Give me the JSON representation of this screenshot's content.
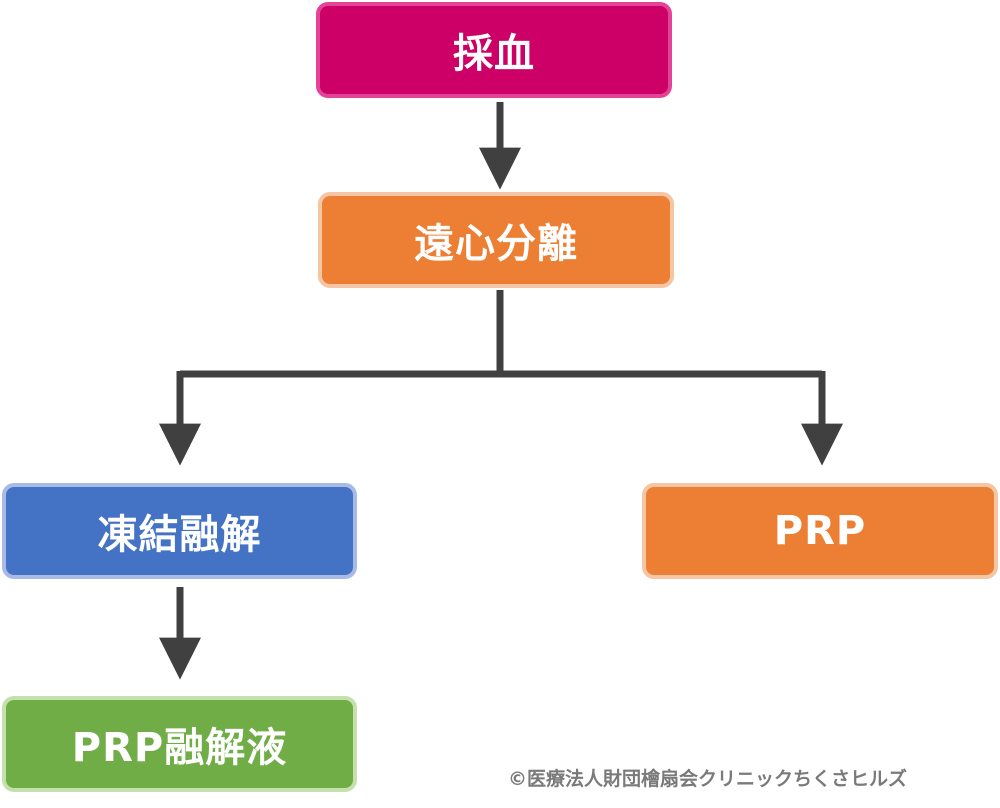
{
  "nodes": {
    "blood_draw": {
      "label": "採血",
      "fill": "#cc0066",
      "border": "#e34497"
    },
    "centrifuge": {
      "label": "遠心分離",
      "fill": "#ec7f34",
      "border": "#f5c6a3"
    },
    "freeze_thaw": {
      "label": "凍結融解",
      "fill": "#4472c4",
      "border": "#a7bbe6"
    },
    "prp": {
      "label": "PRP",
      "fill": "#ec7f34",
      "border": "#f5c6a3"
    },
    "prp_thaw_liquid": {
      "label": "PRP融解液",
      "fill": "#70ad47",
      "border": "#c3e0ad"
    }
  },
  "edges": [
    {
      "from": "採血",
      "to": "遠心分離"
    },
    {
      "from": "遠心分離",
      "to": "凍結融解"
    },
    {
      "from": "遠心分離",
      "to": "PRP"
    },
    {
      "from": "凍結融解",
      "to": "PRP融解液"
    }
  ],
  "connector_color": "#404040",
  "copyright": "©医療法人財団檜扇会クリニックちくさヒルズ"
}
